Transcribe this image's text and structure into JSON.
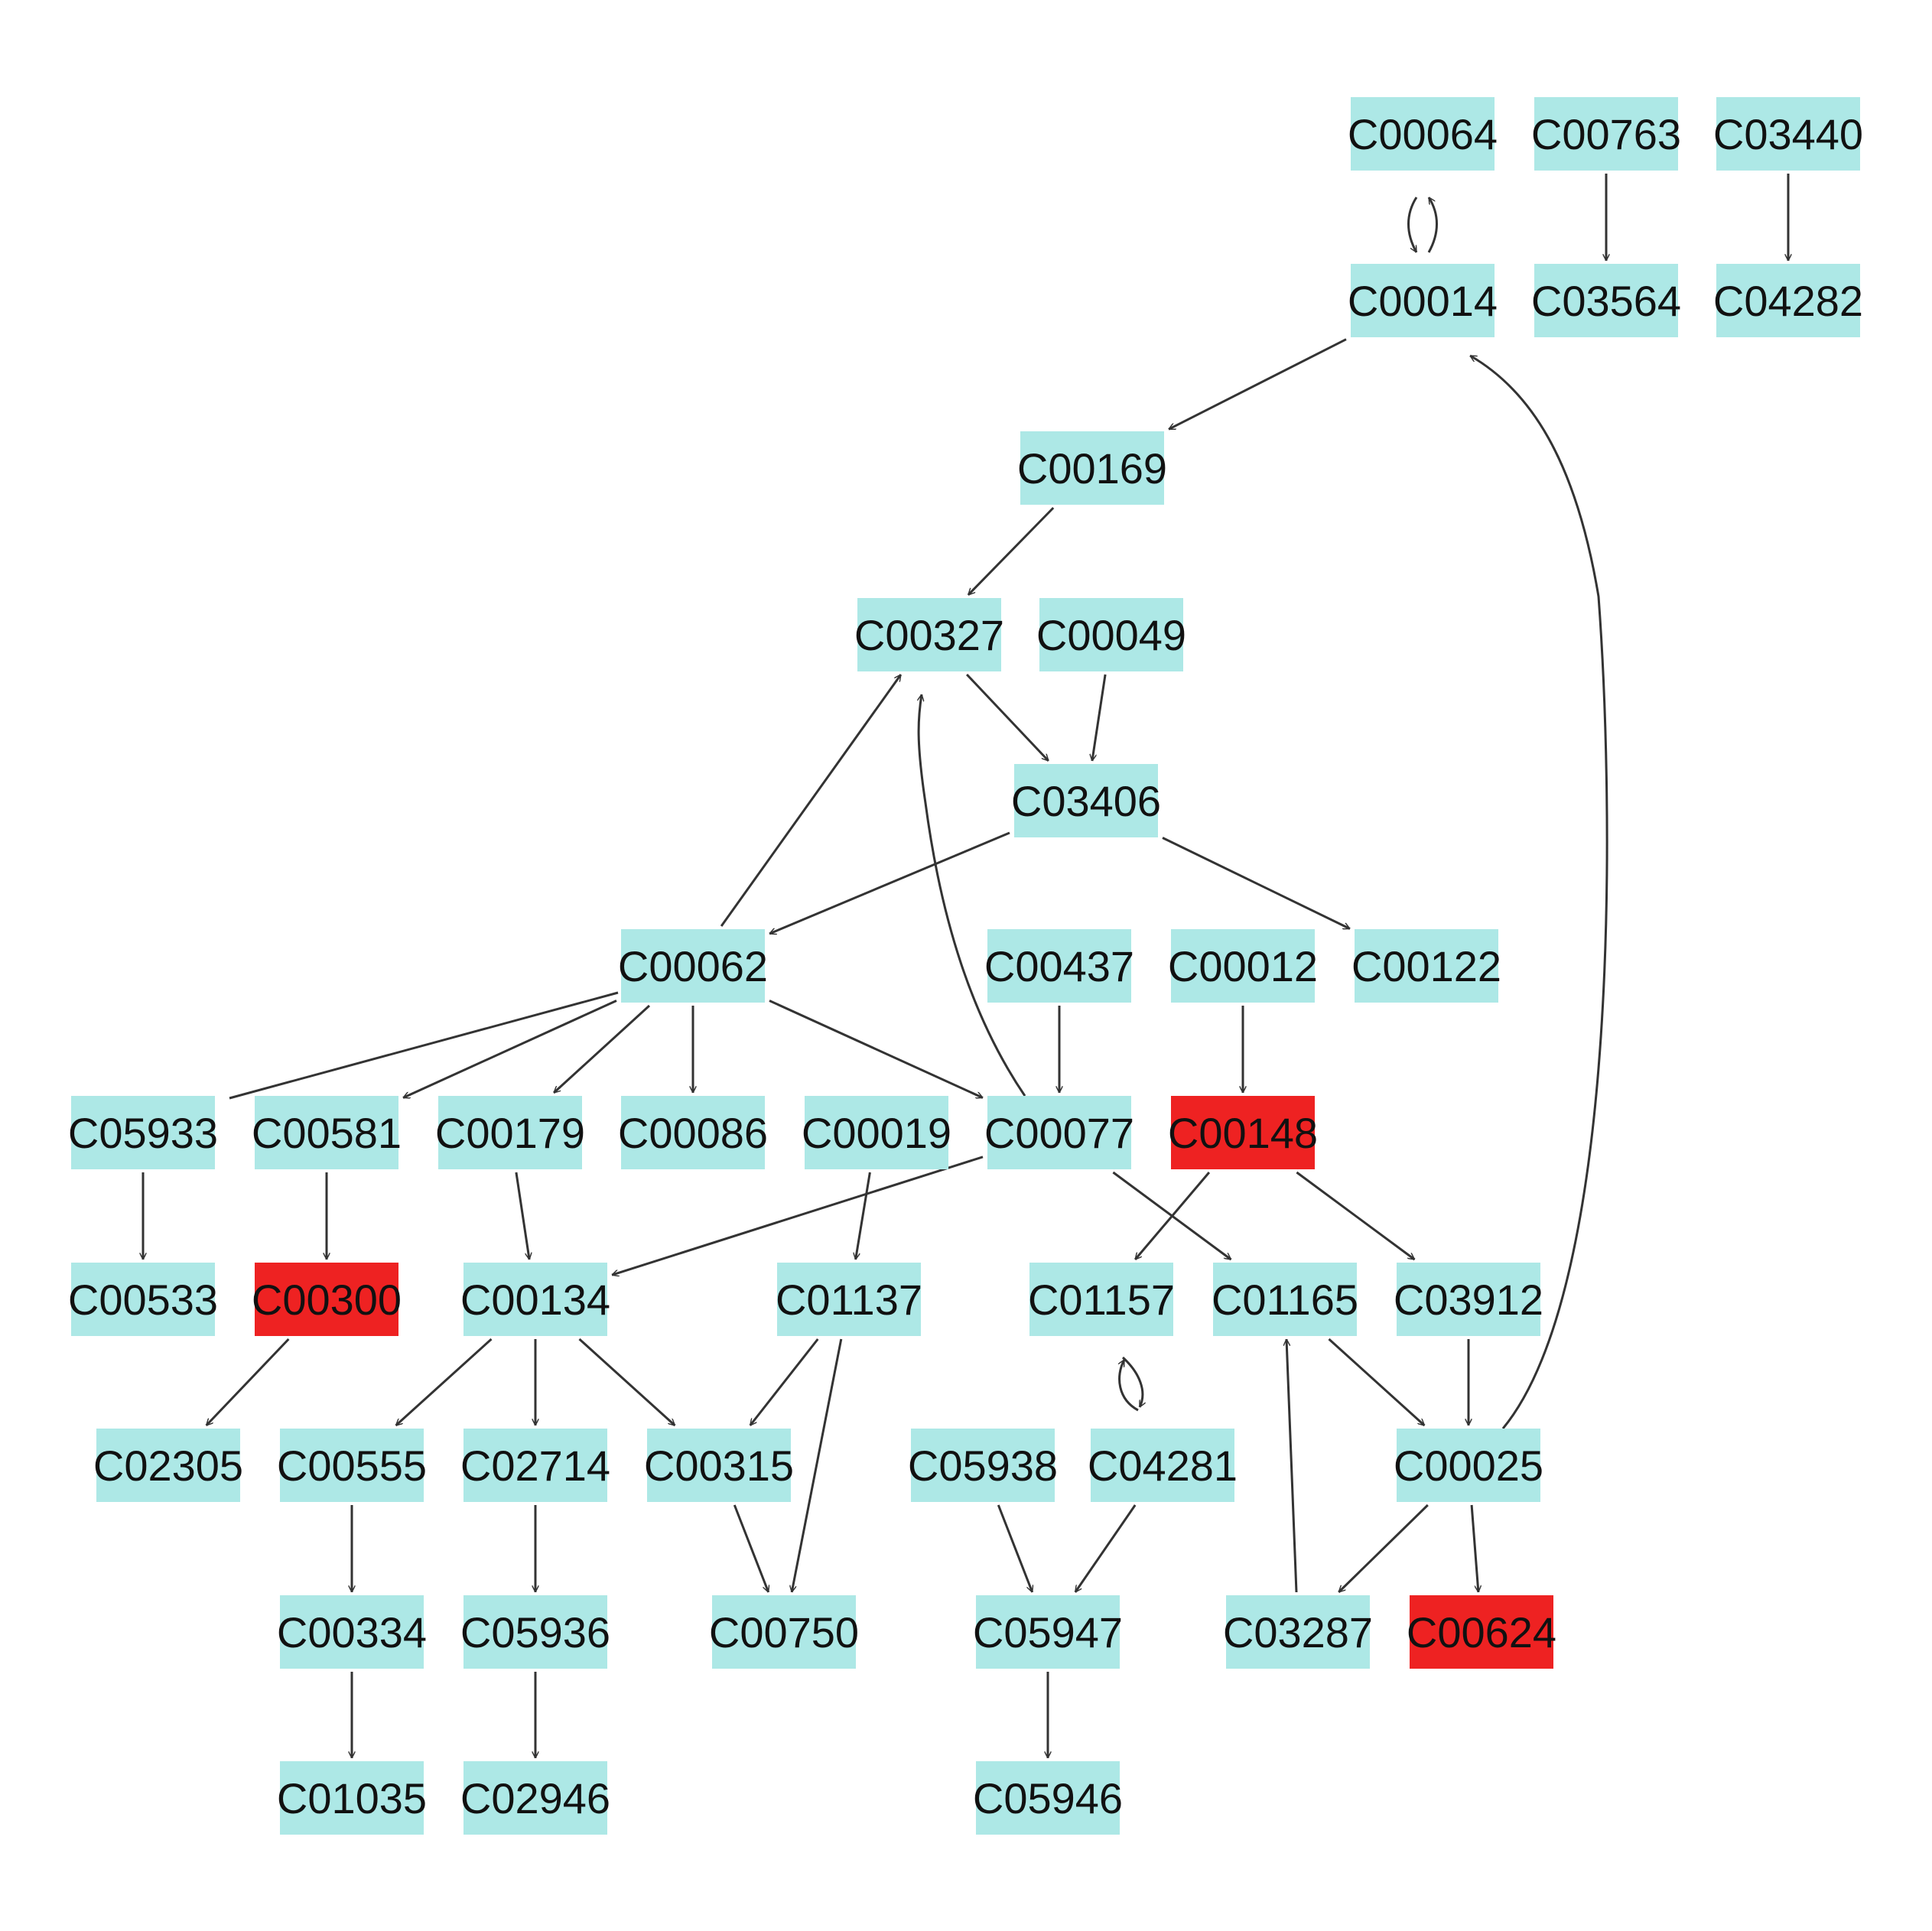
{
  "colors": {
    "node_default": "#ade8e6",
    "node_highlight": "#ee2222",
    "edge": "#333333",
    "label": "#111111"
  },
  "nodes": [
    {
      "id": "C00064",
      "label": "C00064",
      "highlight": false
    },
    {
      "id": "C00763",
      "label": "C00763",
      "highlight": false
    },
    {
      "id": "C03440",
      "label": "C03440",
      "highlight": false
    },
    {
      "id": "C00014",
      "label": "C00014",
      "highlight": false
    },
    {
      "id": "C03564",
      "label": "C03564",
      "highlight": false
    },
    {
      "id": "C04282",
      "label": "C04282",
      "highlight": false
    },
    {
      "id": "C00169",
      "label": "C00169",
      "highlight": false
    },
    {
      "id": "C00327",
      "label": "C00327",
      "highlight": false
    },
    {
      "id": "C00049",
      "label": "C00049",
      "highlight": false
    },
    {
      "id": "C03406",
      "label": "C03406",
      "highlight": false
    },
    {
      "id": "C00062",
      "label": "C00062",
      "highlight": false
    },
    {
      "id": "C00437",
      "label": "C00437",
      "highlight": false
    },
    {
      "id": "C00012",
      "label": "C00012",
      "highlight": false
    },
    {
      "id": "C00122",
      "label": "C00122",
      "highlight": false
    },
    {
      "id": "C05933",
      "label": "C05933",
      "highlight": false
    },
    {
      "id": "C00581",
      "label": "C00581",
      "highlight": false
    },
    {
      "id": "C00179",
      "label": "C00179",
      "highlight": false
    },
    {
      "id": "C00086",
      "label": "C00086",
      "highlight": false
    },
    {
      "id": "C00019",
      "label": "C00019",
      "highlight": false
    },
    {
      "id": "C00077",
      "label": "C00077",
      "highlight": false
    },
    {
      "id": "C00148",
      "label": "C00148",
      "highlight": true
    },
    {
      "id": "C00533",
      "label": "C00533",
      "highlight": false
    },
    {
      "id": "C00300",
      "label": "C00300",
      "highlight": true
    },
    {
      "id": "C00134",
      "label": "C00134",
      "highlight": false
    },
    {
      "id": "C01137",
      "label": "C01137",
      "highlight": false
    },
    {
      "id": "C01157",
      "label": "C01157",
      "highlight": false
    },
    {
      "id": "C01165",
      "label": "C01165",
      "highlight": false
    },
    {
      "id": "C03912",
      "label": "C03912",
      "highlight": false
    },
    {
      "id": "C02305",
      "label": "C02305",
      "highlight": false
    },
    {
      "id": "C00555",
      "label": "C00555",
      "highlight": false
    },
    {
      "id": "C02714",
      "label": "C02714",
      "highlight": false
    },
    {
      "id": "C00315",
      "label": "C00315",
      "highlight": false
    },
    {
      "id": "C05938",
      "label": "C05938",
      "highlight": false
    },
    {
      "id": "C04281",
      "label": "C04281",
      "highlight": false
    },
    {
      "id": "C00025",
      "label": "C00025",
      "highlight": false
    },
    {
      "id": "C00334",
      "label": "C00334",
      "highlight": false
    },
    {
      "id": "C05936",
      "label": "C05936",
      "highlight": false
    },
    {
      "id": "C00750",
      "label": "C00750",
      "highlight": false
    },
    {
      "id": "C05947",
      "label": "C05947",
      "highlight": false
    },
    {
      "id": "C03287",
      "label": "C03287",
      "highlight": false
    },
    {
      "id": "C00624",
      "label": "C00624",
      "highlight": true
    },
    {
      "id": "C01035",
      "label": "C01035",
      "highlight": false
    },
    {
      "id": "C02946",
      "label": "C02946",
      "highlight": false
    },
    {
      "id": "C05946",
      "label": "C05946",
      "highlight": false
    }
  ],
  "edges": [
    {
      "from": "C00064",
      "to": "C00014"
    },
    {
      "from": "C00014",
      "to": "C00064"
    },
    {
      "from": "C00763",
      "to": "C03564"
    },
    {
      "from": "C03440",
      "to": "C04282"
    },
    {
      "from": "C00014",
      "to": "C00169"
    },
    {
      "from": "C00169",
      "to": "C00327"
    },
    {
      "from": "C00327",
      "to": "C03406"
    },
    {
      "from": "C00049",
      "to": "C03406"
    },
    {
      "from": "C03406",
      "to": "C00062"
    },
    {
      "from": "C03406",
      "to": "C00122"
    },
    {
      "from": "C00062",
      "to": "C00327"
    },
    {
      "from": "C00062",
      "to": "C00581"
    },
    {
      "from": "C00062",
      "to": "C00179"
    },
    {
      "from": "C00062",
      "to": "C00086"
    },
    {
      "from": "C00062",
      "to": "C00077"
    },
    {
      "from": "C00062",
      "to": "C05933"
    },
    {
      "from": "C00077",
      "to": "C00327"
    },
    {
      "from": "C00437",
      "to": "C00077"
    },
    {
      "from": "C00012",
      "to": "C00148"
    },
    {
      "from": "C05933",
      "to": "C00533"
    },
    {
      "from": "C00581",
      "to": "C00300"
    },
    {
      "from": "C00179",
      "to": "C00134"
    },
    {
      "from": "C00019",
      "to": "C01137"
    },
    {
      "from": "C00077",
      "to": "C00134"
    },
    {
      "from": "C00077",
      "to": "C01165"
    },
    {
      "from": "C00148",
      "to": "C01157"
    },
    {
      "from": "C00148",
      "to": "C03912"
    },
    {
      "from": "C00300",
      "to": "C02305"
    },
    {
      "from": "C00134",
      "to": "C00555"
    },
    {
      "from": "C00134",
      "to": "C02714"
    },
    {
      "from": "C00134",
      "to": "C00315"
    },
    {
      "from": "C01137",
      "to": "C00315"
    },
    {
      "from": "C01137",
      "to": "C00750"
    },
    {
      "from": "C01157",
      "to": "C04281"
    },
    {
      "from": "C04281",
      "to": "C01157"
    },
    {
      "from": "C01165",
      "to": "C00025"
    },
    {
      "from": "C03912",
      "to": "C00025"
    },
    {
      "from": "C00025",
      "to": "C00014"
    },
    {
      "from": "C00555",
      "to": "C00334"
    },
    {
      "from": "C02714",
      "to": "C05936"
    },
    {
      "from": "C00315",
      "to": "C00750"
    },
    {
      "from": "C05938",
      "to": "C05947"
    },
    {
      "from": "C04281",
      "to": "C05947"
    },
    {
      "from": "C00025",
      "to": "C03287"
    },
    {
      "from": "C00025",
      "to": "C00624"
    },
    {
      "from": "C03287",
      "to": "C01165"
    },
    {
      "from": "C00334",
      "to": "C01035"
    },
    {
      "from": "C05936",
      "to": "C02946"
    },
    {
      "from": "C05947",
      "to": "C05946"
    }
  ]
}
